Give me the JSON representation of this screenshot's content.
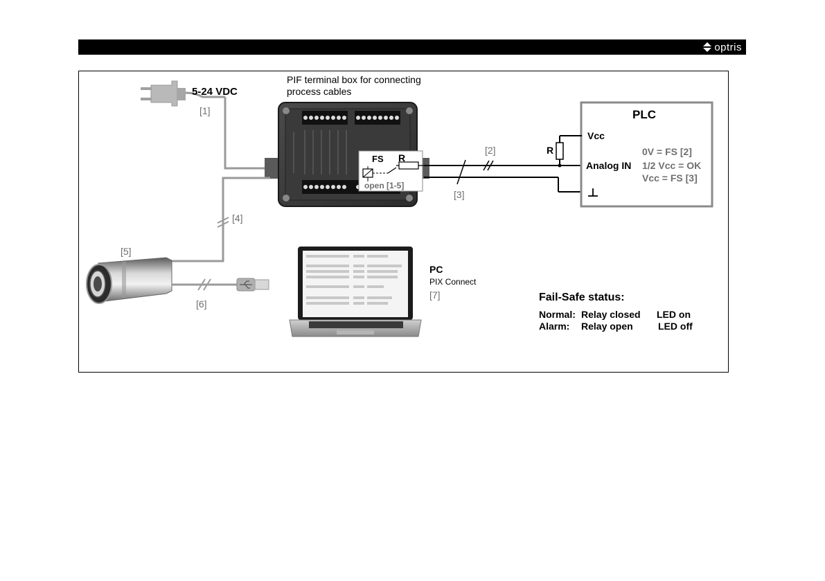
{
  "header": {
    "brand": "optris"
  },
  "diagram": {
    "power": {
      "label": "5-24 VDC",
      "ref": "[1]"
    },
    "pif": {
      "title_line1": "PIF terminal box for connecting",
      "title_line2": "process cables",
      "fs_label": "FS",
      "r_label": "R",
      "open_label": "open [1-5]"
    },
    "cable_refs": {
      "c2": "[2]",
      "c3": "[3]",
      "c4": "[4]",
      "c5": "[5]",
      "c6": "[6]",
      "c7": "[7]"
    },
    "plc": {
      "title": "PLC",
      "vcc": "Vcc",
      "analog_in": "Analog IN",
      "resistor": "R",
      "ground": "⊥",
      "state_fs_low": "0V = FS [2]",
      "state_ok": "1/2 Vcc = OK",
      "state_fs_high": "Vcc = FS [3]"
    },
    "pc": {
      "title": "PC",
      "software": "PIX Connect"
    },
    "failsafe": {
      "heading": "Fail-Safe status:",
      "rows": [
        {
          "mode": "Normal:",
          "relay": "Relay closed",
          "led": "LED on"
        },
        {
          "mode": "Alarm:",
          "relay": "Relay open",
          "led": "LED off"
        }
      ]
    }
  }
}
